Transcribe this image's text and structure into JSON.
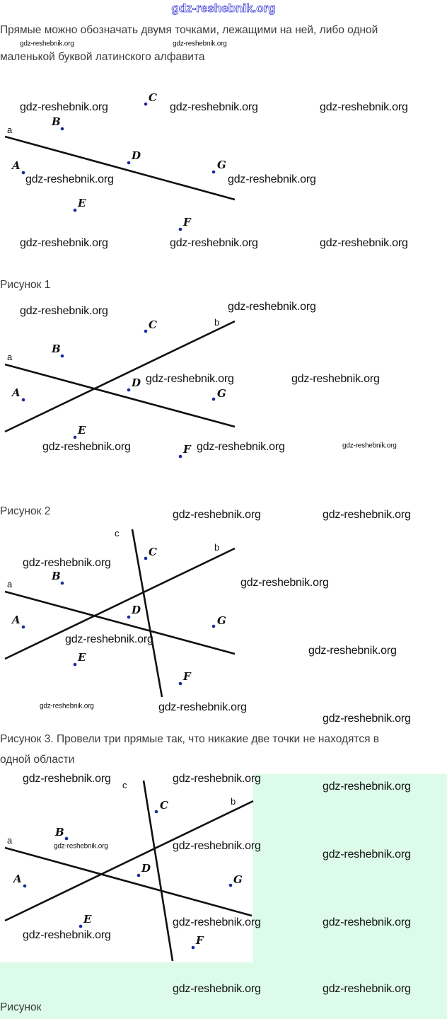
{
  "site_title": "gdz-reshebnik.org",
  "watermark": "gdz-reshebnik.org",
  "intro": [
    "Прямые можно обозначать двумя точками, лежащими на ней, либо одной",
    "маленькой буквой латинского алфавита"
  ],
  "captions": {
    "fig1": "Рисунок 1",
    "fig2": "Рисунок 2",
    "fig3_line1": "Рисунок 3. Провели три прямые так, что никакие две точки не находятся в",
    "fig3_line2": "одной области",
    "fig4": "Рисунок"
  },
  "points": {
    "A": "A",
    "B": "B",
    "C": "C",
    "D": "D",
    "E": "E",
    "F": "F",
    "G": "G"
  },
  "lines": {
    "a": "a",
    "b": "b",
    "c": "c"
  },
  "colors": {
    "point": "#1a2a9a",
    "line": "#111111",
    "highlight": "#dcfbe9"
  }
}
